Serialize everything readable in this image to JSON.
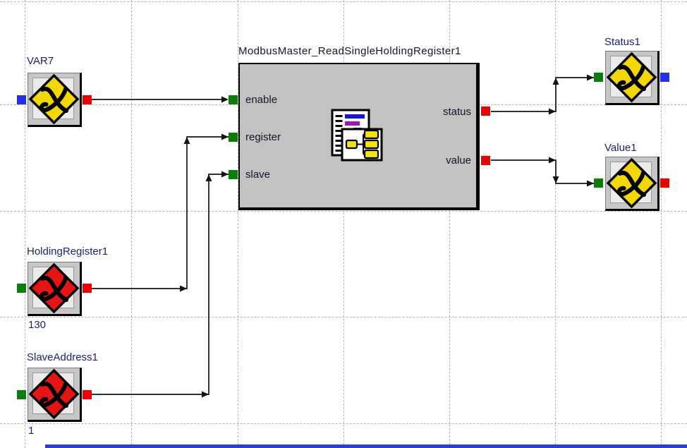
{
  "blocks": {
    "modbus": {
      "title": "ModbusMaster_ReadSingleHoldingRegister1",
      "inputs": [
        "enable",
        "register",
        "slave"
      ],
      "outputs": [
        "status",
        "value"
      ]
    },
    "var7": {
      "label": "VAR7"
    },
    "holding_register": {
      "label": "HoldingRegister1",
      "value": "130"
    },
    "slave_address": {
      "label": "SlaveAddress1",
      "value": "1"
    },
    "status1": {
      "label": "Status1"
    },
    "value1": {
      "label": "Value1"
    }
  },
  "colors": {
    "grid": "#b4b4b4",
    "wire": "#141414",
    "port_green": "#087f08",
    "port_red": "#ee0000",
    "port_blue": "#2230ee",
    "diamond_yellow": "#f2d800",
    "diamond_red": "#e81414",
    "block_fill": "#c6c6c6",
    "big_block_fill": "#c2c2c2",
    "label_text": "#1d1d78",
    "title_text": "#14142a",
    "icon_blue": "#1515dd",
    "icon_purple": "#a316b6",
    "icon_yellow": "#f5e400",
    "bottom_bar": "#2e3cd6"
  }
}
